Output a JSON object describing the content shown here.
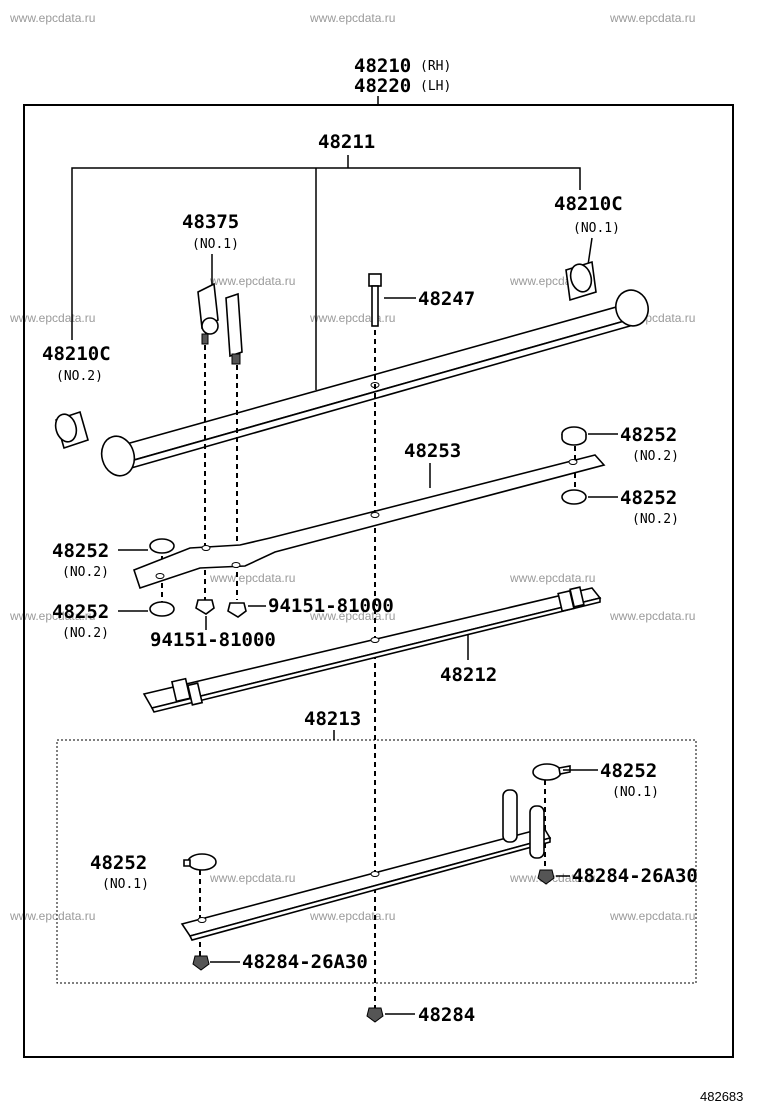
{
  "watermark": "www.epcdata.ru",
  "figure_ref": "482683",
  "assembly": {
    "part_rh": "48210",
    "tag_rh": "(RH)",
    "part_lh": "48220",
    "tag_lh": "(LH)"
  },
  "labels": {
    "leaf_main": "48211",
    "bushing_no1": "48210C",
    "bushing_no1_tag": "(NO.1)",
    "bushing_no2": "48210C",
    "bushing_no2_tag": "(NO.2)",
    "clip": "48375",
    "clip_tag": "(NO.1)",
    "center_bolt": "48247",
    "leaf_2": "48253",
    "spacer_r1": "48252",
    "spacer_r1_tag": "(NO.2)",
    "spacer_r2": "48252",
    "spacer_r2_tag": "(NO.2)",
    "spacer_l1": "48252",
    "spacer_l1_tag": "(NO.2)",
    "spacer_l2": "48252",
    "spacer_l2_tag": "(NO.2)",
    "nut_right": "94151-81000",
    "nut_left": "94151-81000",
    "leaf_3": "48212",
    "leaf_4": "48213",
    "spacer_no1_right": "48252",
    "spacer_no1_right_tag": "(NO.1)",
    "spacer_no1_left": "48252",
    "spacer_no1_left_tag": "(NO.1)",
    "bolt_right": "48284-26A30",
    "bolt_left": "48284-26A30",
    "center_nut": "48284"
  }
}
